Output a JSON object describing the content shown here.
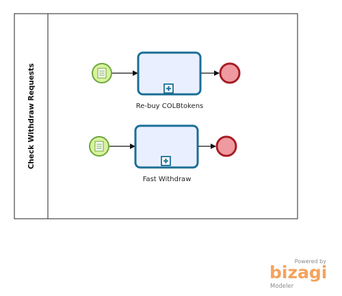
{
  "pool": {
    "label": "Check Withdraw Requests"
  },
  "processes": [
    {
      "task_label": "Re-buy COLBtokens"
    },
    {
      "task_label": "Fast Withdraw"
    }
  ],
  "branding": {
    "powered_by": "Powered by",
    "logo": "bizagi",
    "product": "Modeler"
  },
  "colors": {
    "start_event_fill": "#d9f29e",
    "start_event_stroke": "#6aa83a",
    "task_fill": "#e9efff",
    "task_stroke": "#1a6e96",
    "end_event_fill": "#ef9aa0",
    "end_event_stroke": "#a51d24",
    "pool_stroke": "#222222",
    "brand_orange": "#f5a25d"
  },
  "icons": {
    "start_event": "message-icon",
    "subprocess_marker": "plus-icon"
  }
}
